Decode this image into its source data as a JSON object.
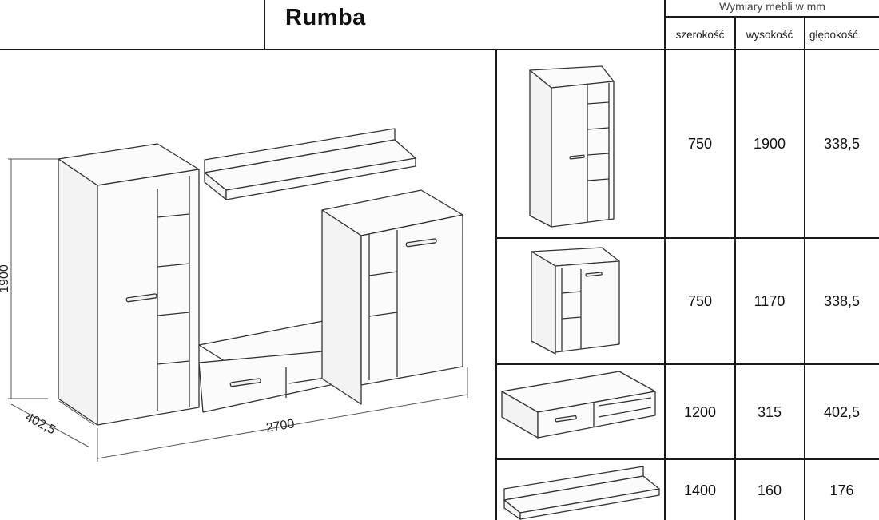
{
  "header": {
    "title": "Rumba",
    "dimensions_header": "Wymiary mebli w mm",
    "columns": [
      "szerokość",
      "wysokość",
      "głębokość"
    ]
  },
  "overall_dimensions": {
    "height": "1900",
    "width": "2700",
    "depth": "402,5"
  },
  "rows": [
    {
      "item_icon": "tall-cabinet-drawing",
      "szerokosc": "750",
      "wysokosc": "1900",
      "glebokosc": "338,5"
    },
    {
      "item_icon": "low-cabinet-drawing",
      "szerokosc": "750",
      "wysokosc": "1170",
      "glebokosc": "338,5"
    },
    {
      "item_icon": "tv-stand-drawing",
      "szerokosc": "1200",
      "wysokosc": "315",
      "glebokosc": "402,5"
    },
    {
      "item_icon": "wall-shelf-drawing",
      "szerokosc": "1400",
      "wysokosc": "160",
      "glebokosc": "176"
    }
  ]
}
